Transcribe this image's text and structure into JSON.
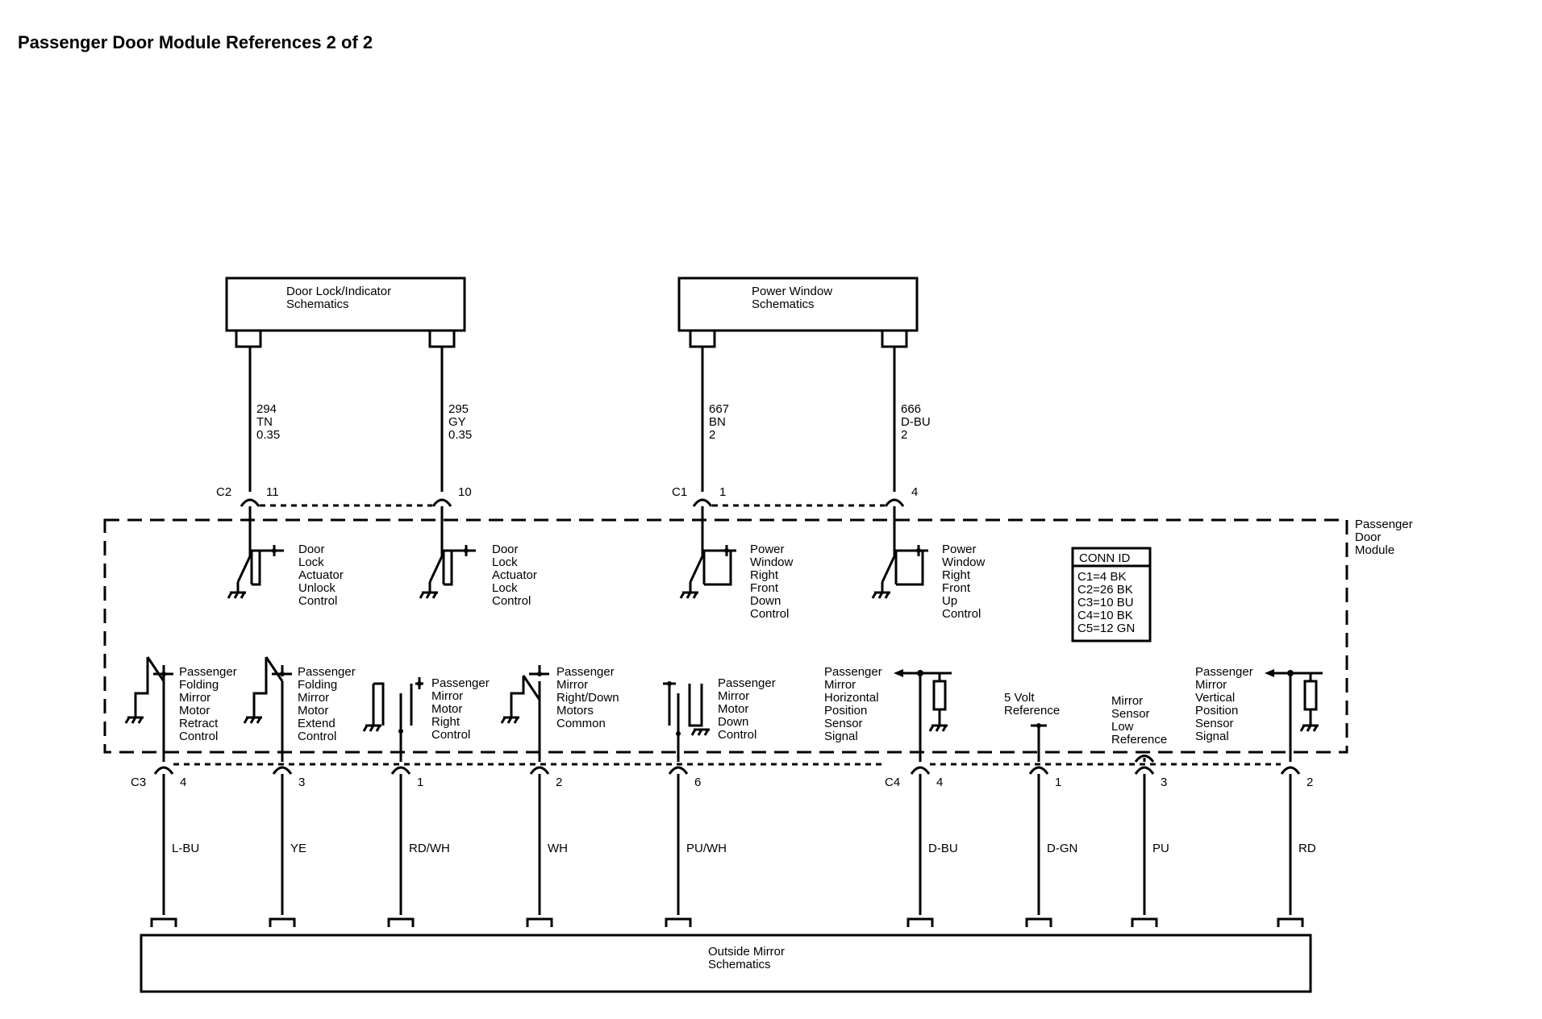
{
  "title": "Passenger Door Module References 2 of 2",
  "blocks": {
    "door_lock": [
      "Door Lock/Indicator",
      "Schematics"
    ],
    "power_window": [
      "Power Window",
      "Schematics"
    ],
    "outside_mirror": [
      "Outside Mirror",
      "Schematics"
    ]
  },
  "module": {
    "name": [
      "Passenger",
      "Door",
      "Module"
    ],
    "conn_id": {
      "header": "CONN ID",
      "rows": [
        "C1=4 BK",
        "C2=26 BK",
        "C3=10 BU",
        "C4=10 BK",
        "C5=12 GN"
      ]
    }
  },
  "top_wires": [
    {
      "circuit": "294",
      "color": "TN",
      "size": "0.35",
      "connector": "C2",
      "pin": "11"
    },
    {
      "circuit": "295",
      "color": "GY",
      "size": "0.35",
      "connector": "",
      "pin": "10"
    },
    {
      "circuit": "667",
      "color": "BN",
      "size": "2",
      "connector": "C1",
      "pin": "1"
    },
    {
      "circuit": "666",
      "color": "D-BU",
      "size": "2",
      "connector": "",
      "pin": "4"
    }
  ],
  "top_functions": [
    [
      "Door",
      "Lock",
      "Actuator",
      "Unlock",
      "Control"
    ],
    [
      "Door",
      "Lock",
      "Actuator",
      "Lock",
      "Control"
    ],
    [
      "Power",
      "Window",
      "Right",
      "Front",
      "Down",
      "Control"
    ],
    [
      "Power",
      "Window",
      "Right",
      "Front",
      "Up",
      "Control"
    ]
  ],
  "bottom_wires": [
    {
      "connector": "C3",
      "pin": "4",
      "color": "L-BU",
      "label": [
        "Passenger",
        "Folding",
        "Mirror",
        "Motor",
        "Retract",
        "Control"
      ]
    },
    {
      "connector": "",
      "pin": "3",
      "color": "YE",
      "label": [
        "Passenger",
        "Folding",
        "Mirror",
        "Motor",
        "Extend",
        "Control"
      ]
    },
    {
      "connector": "",
      "pin": "1",
      "color": "RD/WH",
      "label": [
        "Passenger",
        "Mirror",
        "Motor",
        "Right",
        "Control"
      ]
    },
    {
      "connector": "",
      "pin": "2",
      "color": "WH",
      "label": [
        "Passenger",
        "Mirror",
        "Right/Down",
        "Motors",
        "Common"
      ]
    },
    {
      "connector": "",
      "pin": "6",
      "color": "PU/WH",
      "label": [
        "Passenger",
        "Mirror",
        "Motor",
        "Down",
        "Control"
      ]
    },
    {
      "connector": "C4",
      "pin": "4",
      "color": "D-BU",
      "label": [
        "Passenger",
        "Mirror",
        "Horizontal",
        "Position",
        "Sensor",
        "Signal"
      ]
    },
    {
      "connector": "",
      "pin": "1",
      "color": "D-GN",
      "label": [
        "5 Volt",
        "Reference"
      ]
    },
    {
      "connector": "",
      "pin": "3",
      "color": "PU",
      "label": [
        "Mirror",
        "Sensor",
        "Low",
        "Reference"
      ]
    },
    {
      "connector": "",
      "pin": "2",
      "color": "RD",
      "label": [
        "Passenger",
        "Mirror",
        "Vertical",
        "Position",
        "Sensor",
        "Signal"
      ]
    }
  ]
}
